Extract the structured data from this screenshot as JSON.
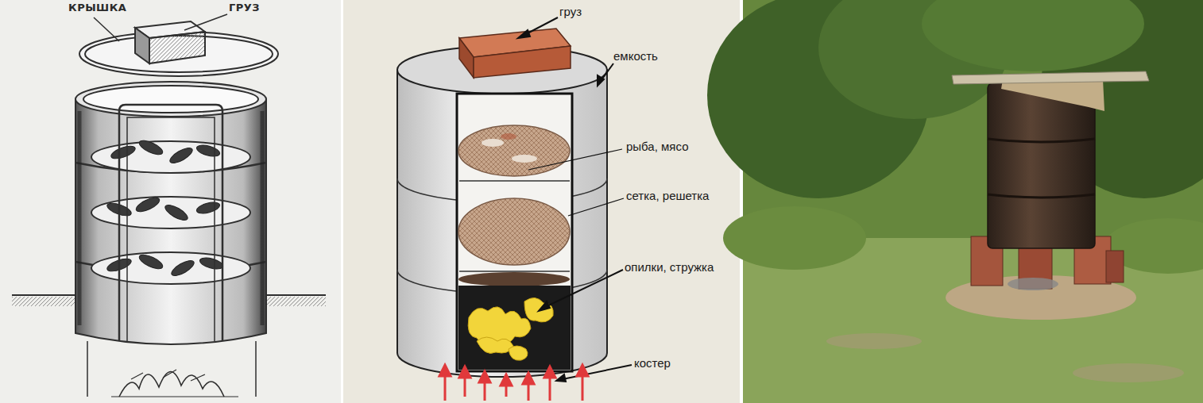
{
  "diagram": {
    "labels": [
      "КРЫШКА",
      "ГРУЗ",
      "груз",
      "емкость",
      "рыба, мясо",
      "сетка, решетка",
      "опилки, стружка",
      "костер"
    ]
  }
}
